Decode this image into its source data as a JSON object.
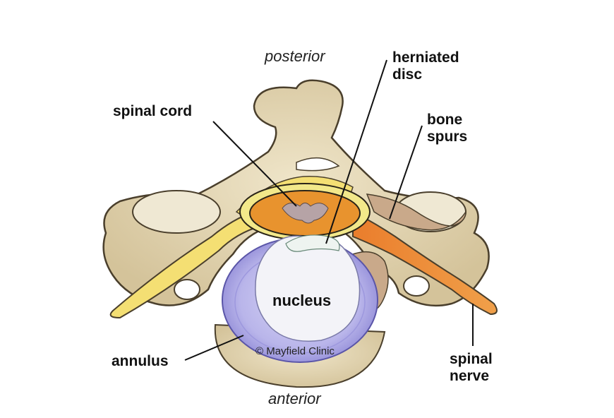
{
  "orientation": {
    "top": "posterior",
    "bottom": "anterior"
  },
  "labels": {
    "spinal_cord": "spinal cord",
    "herniated_disc_line1": "herniated",
    "herniated_disc_line2": "disc",
    "bone_spurs_line1": "bone",
    "bone_spurs_line2": "spurs",
    "nucleus": "nucleus",
    "annulus": "annulus",
    "spinal_nerve_line1": "spinal",
    "spinal_nerve_line2": "nerve"
  },
  "copyright": "© Mayfield Clinic",
  "colors": {
    "bone": "#e3d6b4",
    "bone_outline": "#4a3f2c",
    "nerve": "#f4df73",
    "compressed_nerve": "#ea7d2c",
    "annulus": "#b8b4e8",
    "nucleus": "#f3f3f8",
    "spinal_cord_grey": "#b6a3a6",
    "bone_spur": "#c9a98a"
  }
}
